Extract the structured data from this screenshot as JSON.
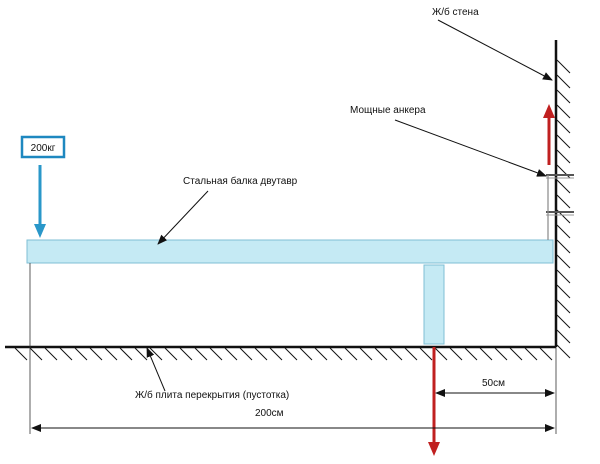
{
  "colors": {
    "beam_fill": "#c5eaf4",
    "beam_stroke": "#7fbfd5",
    "load_arrow": "#2a97c9",
    "load_box": "#1e88c0",
    "reaction_arrow": "#c02020",
    "line": "#111111",
    "background": "#ffffff"
  },
  "labels": {
    "wall": "Ж/б стена",
    "anchors": "Мощные анкера",
    "beam": "Стальная балка двутавр",
    "slab": "Ж/б плита перекрытия (пустотка)",
    "load": "200кг",
    "dim_short": "50см",
    "dim_total": "200см"
  },
  "dimensions": {
    "beam_length_cm": 200,
    "cantilever_cm": 50
  },
  "load": {
    "value_kg": 200
  }
}
